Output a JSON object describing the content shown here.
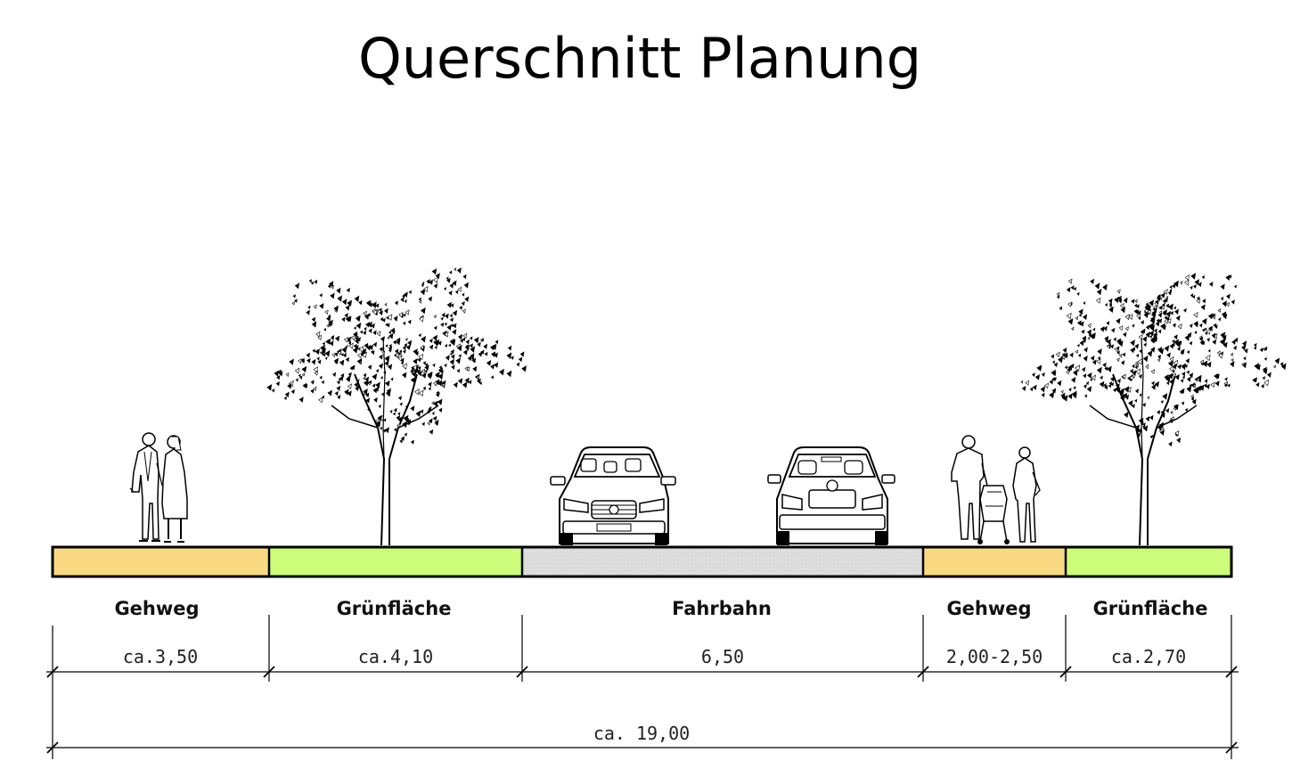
{
  "title": "Querschnitt Planung",
  "segments": [
    {
      "id": "gehweg-left",
      "label": "Gehweg",
      "dimension": "ca.3,50",
      "color": "#f9da82"
    },
    {
      "id": "gruenflaeche-left",
      "label": "Grünfläche",
      "dimension": "ca.4,10",
      "color": "#ccfc79"
    },
    {
      "id": "fahrbahn",
      "label": "Fahrbahn",
      "dimension": "6,50",
      "color": "#dcdcdc"
    },
    {
      "id": "gehweg-right",
      "label": "Gehweg",
      "dimension": "2,00-2,50",
      "color": "#f9da82"
    },
    {
      "id": "gruenflaeche-right",
      "label": "Grünfläche",
      "dimension": "ca.2,70",
      "color": "#ccfc79"
    }
  ],
  "total_dimension": "ca. 19,00",
  "figures": {
    "left_sidewalk": "pedestrian-couple",
    "left_green": "tree",
    "roadway": [
      "car-front",
      "car-rear"
    ],
    "right_sidewalk": "pedestrians-with-stroller",
    "right_green": "tree"
  }
}
